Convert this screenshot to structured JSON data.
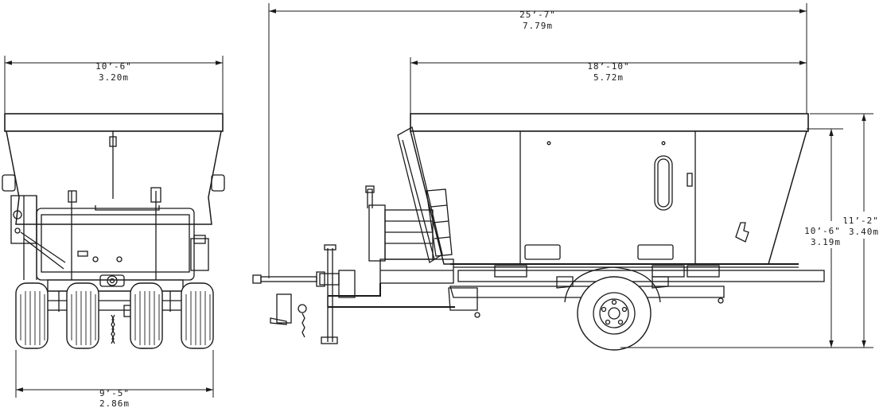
{
  "dimensions": {
    "overall_length": {
      "imperial": "25’-7\"",
      "metric": "7.79m"
    },
    "hopper_length": {
      "imperial": "18’-10\"",
      "metric": "5.72m"
    },
    "overall_height": {
      "imperial": "11’-2\"",
      "metric": "3.40m"
    },
    "hopper_height": {
      "imperial": "10’-6\"",
      "metric": "3.19m"
    },
    "top_width": {
      "imperial": "10’-6\"",
      "metric": "3.20m"
    },
    "wheel_width": {
      "imperial": "9’-5\"",
      "metric": "2.86m"
    }
  }
}
